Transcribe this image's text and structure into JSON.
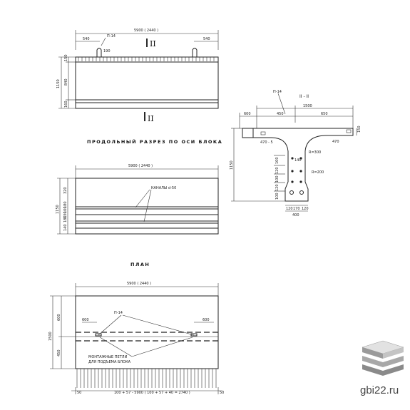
{
  "watermark": {
    "text": "gbi22.ru"
  },
  "view_top": {
    "overall_dim": "5900 ( 2440 )",
    "left_offset": "540",
    "right_offset": "540",
    "loop_label": "П-14",
    "loop_size": "190",
    "height_dim": "1150",
    "h_top": "150",
    "h_mid": "840",
    "h_bot": "160",
    "section_mark": "II"
  },
  "section_longitudinal": {
    "title": "ПРОДОЛЬНЫЙ РАЗРЕЗ ПО ОСИ БЛОКА",
    "overall_dim": "5900 ( 2440 )",
    "channels_label": "КАНАЛЫ d-50",
    "height_dim": "1150",
    "h_parts": [
      "320",
      "180",
      "100",
      "130",
      "180",
      "140"
    ]
  },
  "section_cross": {
    "title": "II - II",
    "loop_label": "П-14",
    "overall_width": "1500",
    "left_cant": "600",
    "half_left": "450",
    "half_right": "650",
    "top_thk": "150",
    "web_dim": "470 - 5",
    "web_dim2": "470",
    "fillet_r1": "R=300",
    "fillet_r2": "R=200",
    "heel_dim": "140",
    "height_dim": "1150",
    "stem_parts": [
      "100",
      "120",
      "100",
      "120",
      "100"
    ],
    "base_parts": [
      "120",
      "170",
      "120"
    ],
    "base_width": "400"
  },
  "plan": {
    "title": "ПЛАН",
    "overall_dim": "5900 ( 2440 )",
    "left_mark": "600",
    "right_mark": "600",
    "loop_label": "П-14",
    "width_dim": "1500",
    "w_top": "600",
    "w_bot": "450",
    "note_line1": "МОНТАЖНЫЕ ПЕТЛИ",
    "note_line2": "ДЛЯ ПОДЪЕМА БЛОКА",
    "end_left": "50",
    "end_right": "50",
    "bottom_dim": "100 + 57 - 5900 ( 100 + 57 + 40 = 2740 )"
  }
}
